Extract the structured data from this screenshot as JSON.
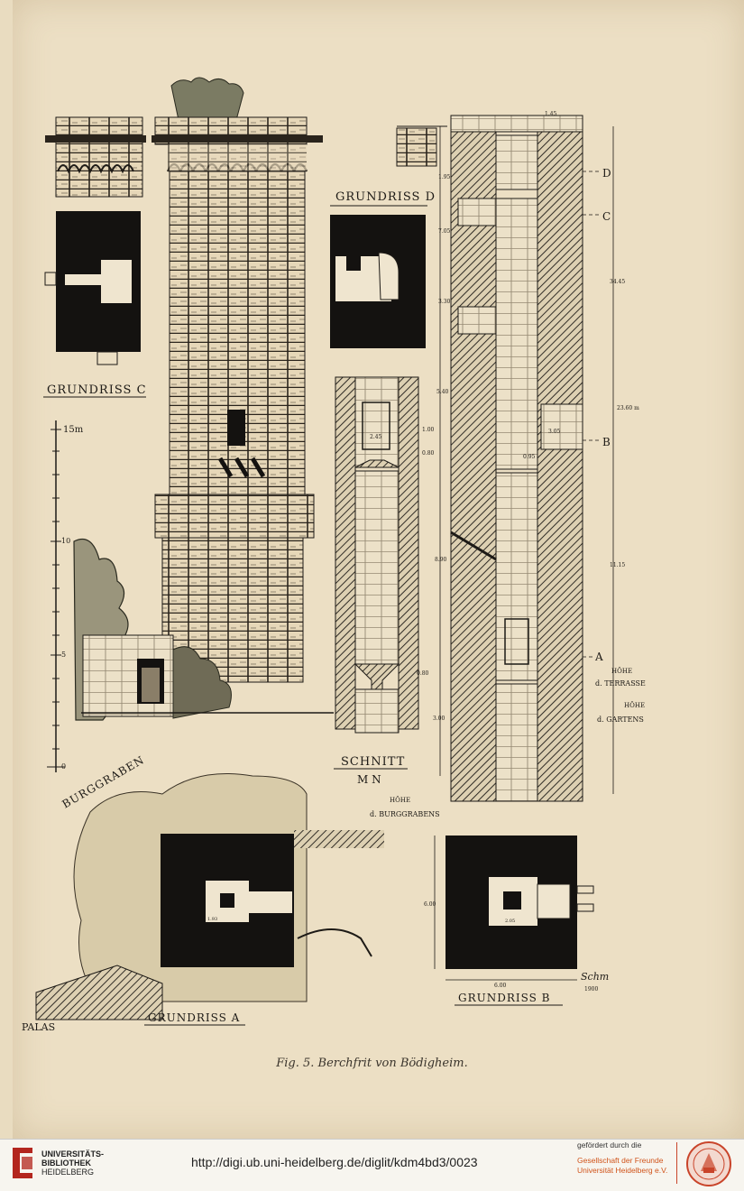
{
  "plate": {
    "labels": {
      "grundriss_c": "GRUNDRISS C",
      "grundriss_d": "GRUNDRISS D",
      "grundriss_a": "GRUNDRISS A",
      "grundriss_b": "GRUNDRISS B",
      "schnitt": "SCHNITT",
      "schnitt_sub": "M N",
      "burggraben": "BURGGRABEN",
      "palas": "PALAS",
      "hoehe_terrasse_1": "HÖHE",
      "hoehe_terrasse_2": "d. TERRASSE",
      "hoehe_garten_1": "HÖHE",
      "hoehe_garten_2": "d. GARTENS",
      "hoehe_graben_1": "HÖHE",
      "hoehe_graben_2": "d. BURGGRABENS",
      "mark_a": "A",
      "mark_b": "B",
      "mark_c": "C",
      "mark_d": "D"
    },
    "scale": {
      "unit": "15m",
      "ticks": [
        "10",
        "5",
        "0"
      ]
    },
    "dimensions": {
      "d_top": "1.45",
      "d_1": "1.95",
      "d_2": "7.05",
      "d_3": "3.30",
      "d_4": "34.45",
      "d_5": "23.60 m",
      "d_6": "11.15",
      "d_7": "5.40",
      "d_8": "1.00",
      "d_9": "0.80",
      "d_10": "8.90",
      "d_11": "0.80",
      "d_12": "3.00",
      "d_13": "6.00",
      "d_14": "6.00",
      "d_15": "2.05",
      "d_16": "1.93",
      "d_17": "2.45",
      "d_18": "3.05",
      "d_19": "0.95"
    },
    "monogram": "Schm",
    "monogram_year": "1900"
  },
  "caption": "Fig. 5.   Berchfrit von Bödigheim.",
  "footer": {
    "library_line1": "UNIVERSITÄTS-",
    "library_line2": "BIBLIOTHEK",
    "library_line3": "HEIDELBERG",
    "url": "http://digi.ub.uni-heidelberg.de/diglit/kdm4bd3/0023",
    "sponsor_top": "gefördert durch die",
    "sponsor_org1": "Gesellschaft der Freunde",
    "sponsor_org2": "Universität Heidelberg e.V."
  },
  "colors": {
    "paper": "#ecdfc4",
    "ink": "#1d1a16",
    "sponsor_orange": "#d0531a",
    "library_red": "#b3261e"
  }
}
